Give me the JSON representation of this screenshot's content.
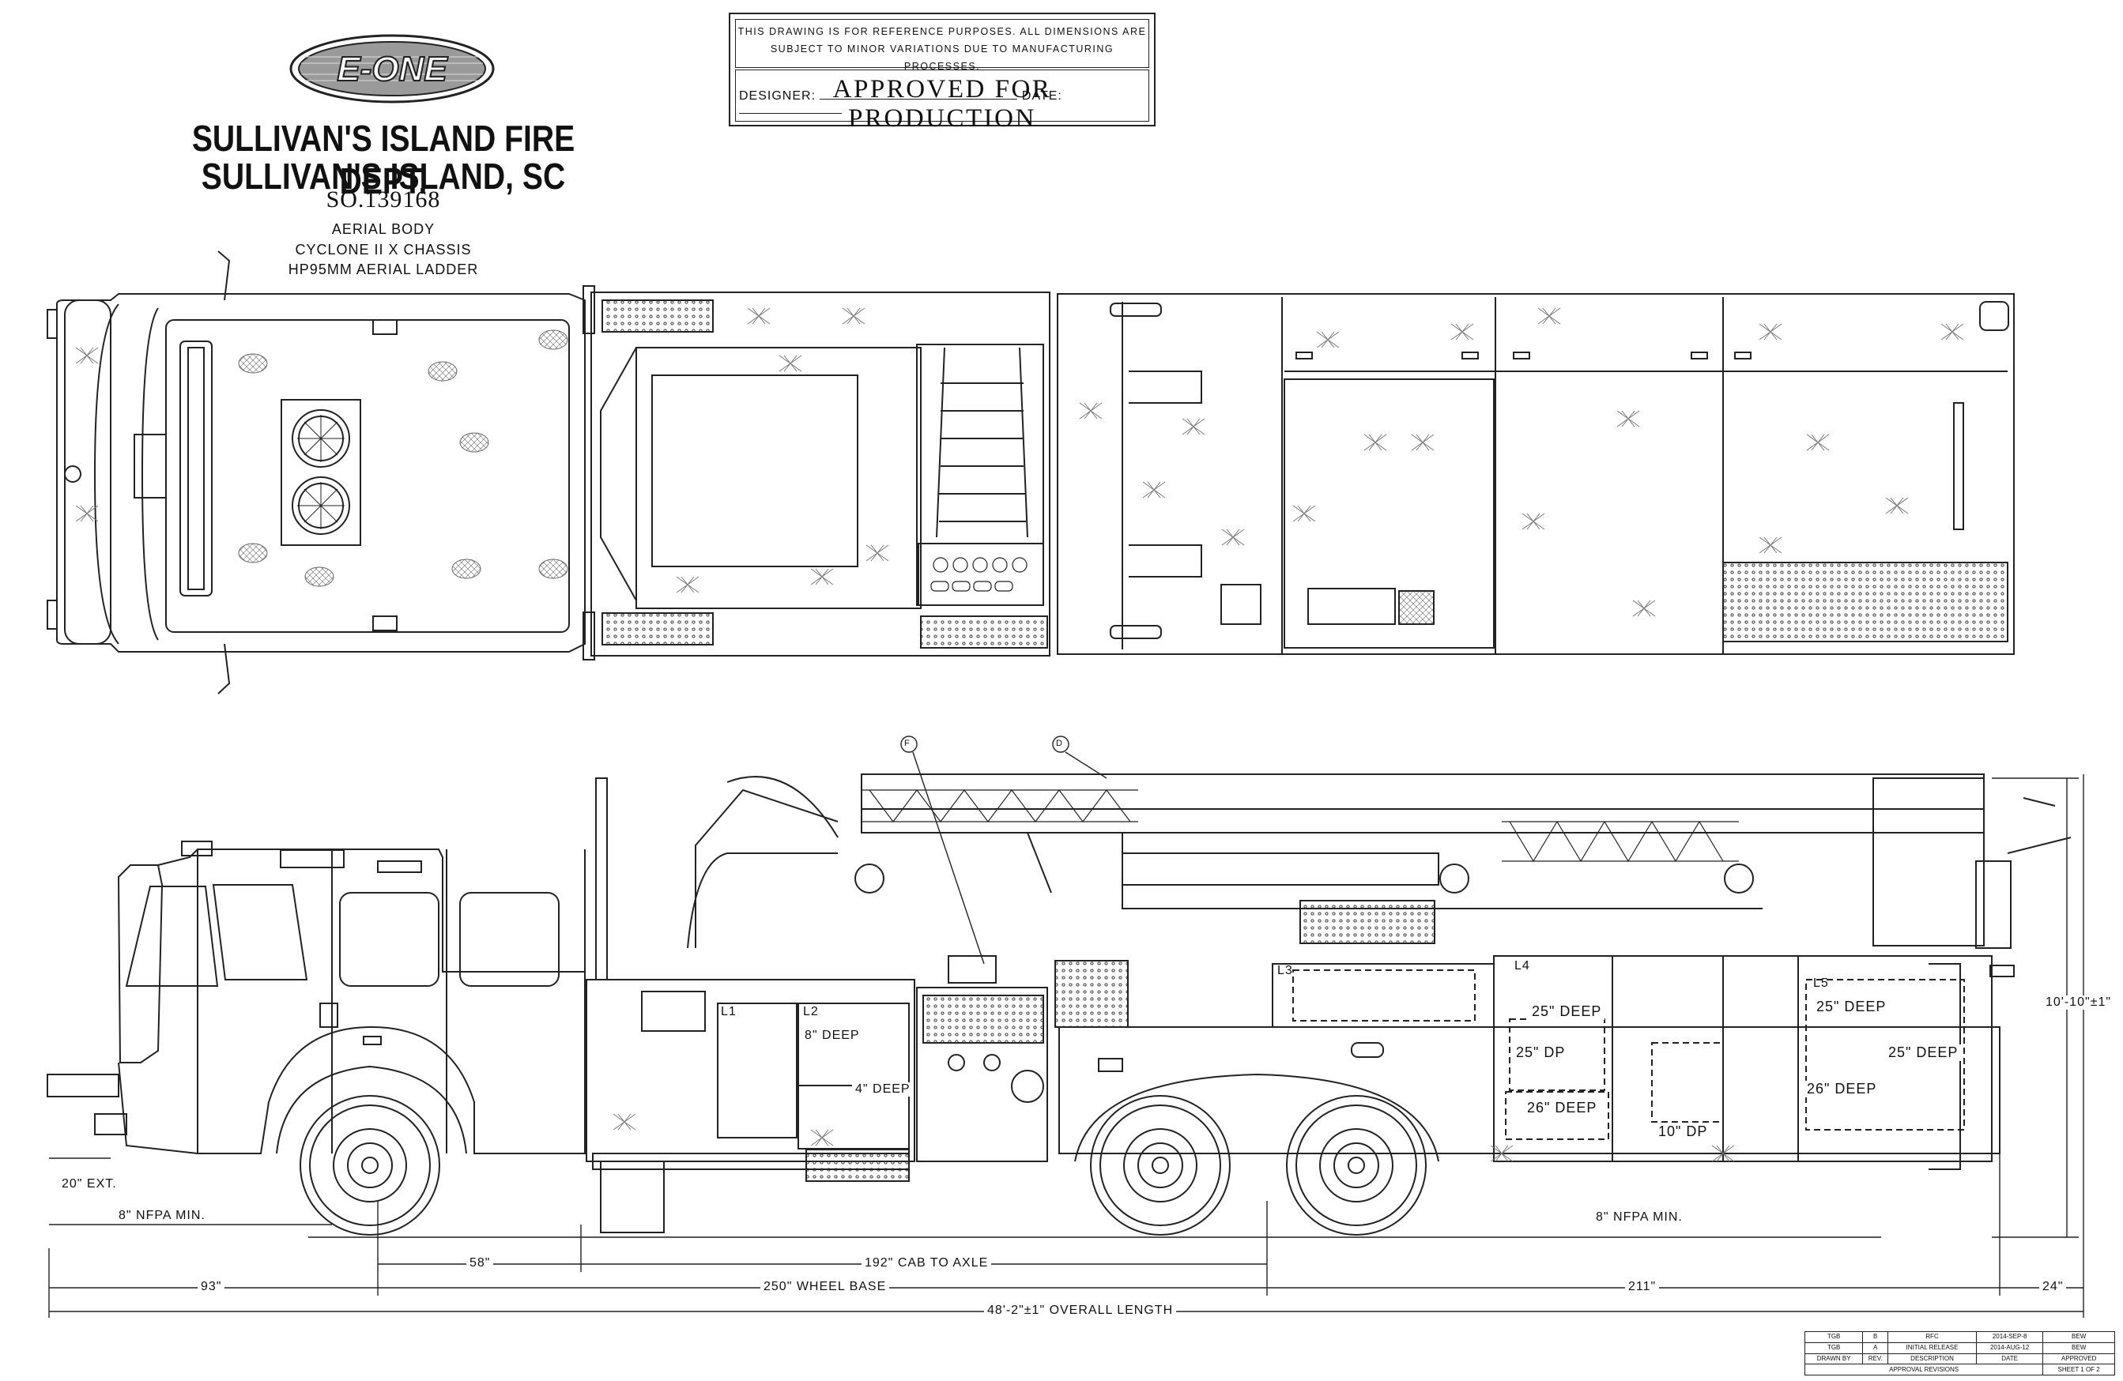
{
  "header": {
    "brand_logo_text": "E-ONE",
    "dept_name": "SULLIVAN'S ISLAND FIRE DEPT.",
    "location": "SULLIVAN'S ISLAND, SC",
    "order_number": "SO.139168",
    "spec_lines": [
      "AERIAL BODY",
      "CYCLONE II X CHASSIS",
      "HP95MM AERIAL LADDER"
    ]
  },
  "notice": {
    "line1": "THIS DRAWING IS FOR REFERENCE PURPOSES. ALL DIMENSIONS ARE",
    "line2": "SUBJECT TO MINOR VARIATIONS DUE TO MANUFACTURING PROCESSES.",
    "approved": "APPROVED FOR PRODUCTION",
    "designer_label": "DESIGNER:",
    "date_label": "DATE:"
  },
  "callouts": {
    "f": "F",
    "d": "D"
  },
  "compartments": {
    "l1": "L1",
    "l2": "L2",
    "l3": "L3",
    "l4": "L4",
    "l5": "L5",
    "l2_top": "8\" DEEP",
    "l2_bottom": "4\" DEEP",
    "l4_top": "25\" DEEP",
    "l4_mid": "25\" DP",
    "l4_low": "26\" DEEP",
    "l4_small": "10\" DP",
    "l5_top": "25\" DEEP",
    "l5_mid": "25\" DEEP",
    "l5_low": "26\" DEEP"
  },
  "dimensions": {
    "height": "10'-10\"±1\"",
    "front_ext": "20\" EXT.",
    "front_nfpa": "8\" NFPA MIN.",
    "rear_nfpa": "8\" NFPA MIN.",
    "d58": "58\"",
    "cab_to_axle": "192\" CAB TO AXLE",
    "d93": "93\"",
    "wheel_base": "250\" WHEEL BASE",
    "d211": "211\"",
    "d24": "24\"",
    "overall": "48'-2\"±1\" OVERALL LENGTH"
  },
  "title_block": {
    "rows": [
      [
        "TGB",
        "B",
        "RFC",
        "2014-SEP-8",
        "BEW"
      ],
      [
        "TGB",
        "A",
        "INITIAL RELEASE",
        "2014-AUG-12",
        "BEW"
      ],
      [
        "DRAWN BY",
        "REV.",
        "DESCRIPTION",
        "DATE",
        "APPROVED"
      ]
    ],
    "revisions_label": "APPROVAL REVISIONS",
    "sheet": "SHEET 1 OF 2"
  },
  "colors": {
    "ink": "#111111",
    "paper": "#ffffff"
  }
}
